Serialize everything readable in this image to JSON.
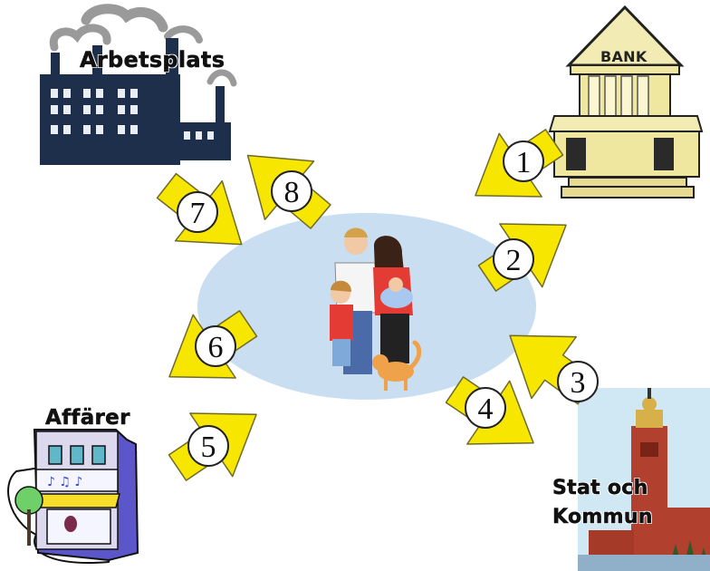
{
  "labels": {
    "workplace": "Arbetsplats",
    "bank": "BANK",
    "shops": "Affärer",
    "state_line1": "Stat och",
    "state_line2": "Kommun"
  },
  "arrows": [
    {
      "number": "1"
    },
    {
      "number": "2"
    },
    {
      "number": "3"
    },
    {
      "number": "4"
    },
    {
      "number": "5"
    },
    {
      "number": "6"
    },
    {
      "number": "7"
    },
    {
      "number": "8"
    }
  ],
  "colors": {
    "arrow_fill": "#f7e600",
    "arrow_stroke": "#6f6a2a",
    "household_ellipse": "#c9def1",
    "factory": "#1e2f4b",
    "smoke": "#9a9a9a",
    "bank_body": "#f2ecb4",
    "city_hall": "#b1402e",
    "sky": "#cfe8f4"
  },
  "icons": [
    "factory-icon",
    "bank-icon",
    "shop-icon",
    "city-hall-icon",
    "family-icon",
    "cat-icon"
  ]
}
